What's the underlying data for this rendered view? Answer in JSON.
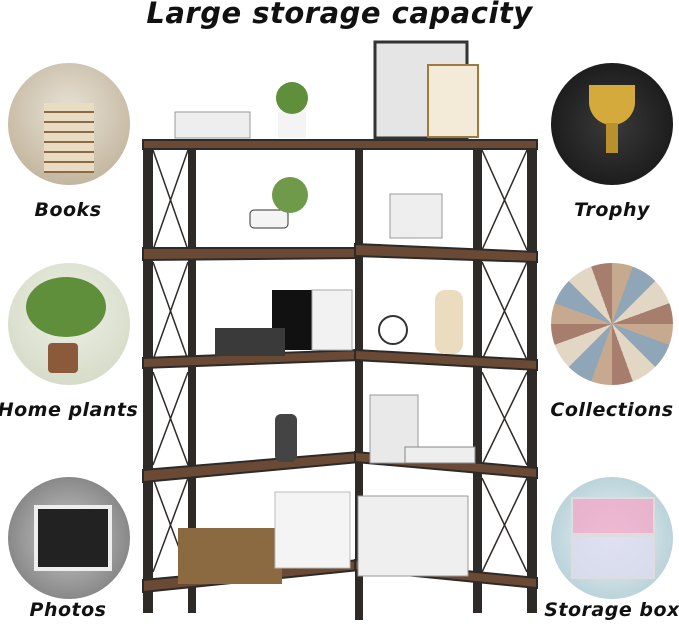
{
  "title": "Large storage capacity",
  "categories": [
    {
      "label": "Books",
      "icon": "books-photo",
      "color": "#c9b79a"
    },
    {
      "label": "Home plants",
      "icon": "plants-photo",
      "color": "#6f9a4a"
    },
    {
      "label": "Photos",
      "icon": "photo-frame-photo",
      "color": "#8a8a8a"
    },
    {
      "label": "Trophy",
      "icon": "trophy-photo",
      "color": "#c9a23a"
    },
    {
      "label": "Collections",
      "icon": "stamps-photo",
      "color": "#b99a8a"
    },
    {
      "label": "Storage box",
      "icon": "storage-box-photo",
      "color": "#d9a7c0"
    }
  ],
  "colors": {
    "frame": "#2d2a28",
    "wood": "#6b4a35"
  }
}
